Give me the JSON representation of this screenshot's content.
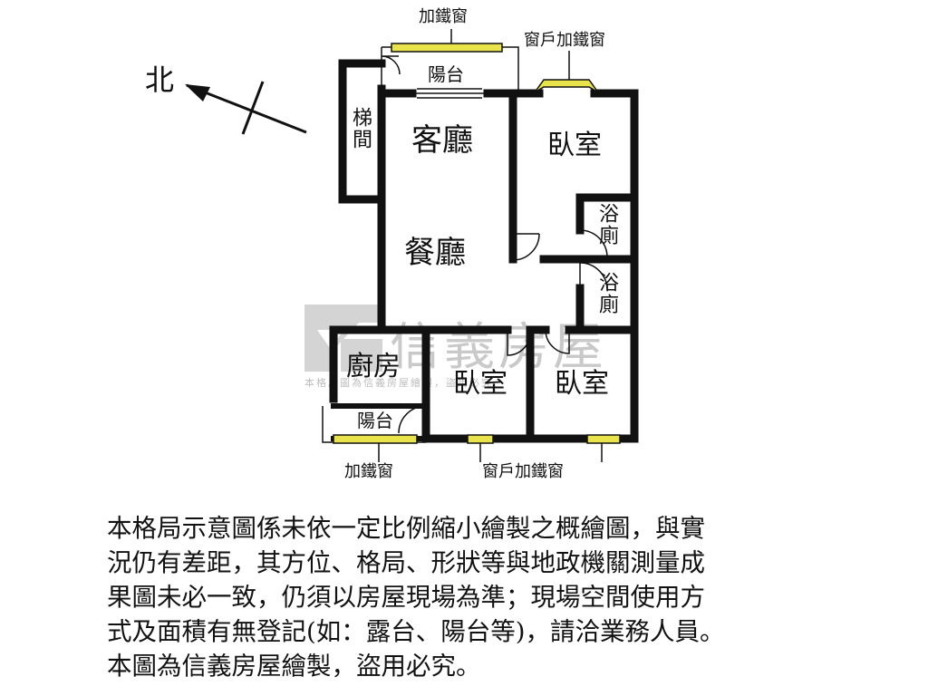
{
  "compass": {
    "north": "北"
  },
  "rooms": {
    "living": "客廳",
    "dining": "餐廳",
    "bedroom_top": "臥室",
    "bedroom_bottom_left": "臥室",
    "bedroom_bottom_right": "臥室",
    "kitchen": "廚房",
    "stairs": "梯間",
    "balcony_top": "陽台",
    "balcony_bottom": "陽台",
    "bath_1": "浴廁",
    "bath_2": "浴廁"
  },
  "window_notes": {
    "top_left": "加鐵窗",
    "top_right": "窗戶加鐵窗",
    "bottom_left": "加鐵窗",
    "bottom_center": "窗戶加鐵窗"
  },
  "watermark": {
    "brand": "信義房屋",
    "subtext": "本格局圖為信義房屋繪製，盜用必究"
  },
  "disclaimer": [
    "本格局示意圖係未依一定比例縮小繪製之概繪圖，與實",
    "況仍有差距，其方位、格局、形狀等與地政機關測量成",
    "果圖未必一致，仍須以房屋現場為準；現場空間使用方",
    "式及面積有無登記(如：露台、陽台等)，請洽業務人員。",
    "本圖為信義房屋繪製，盜用必究。"
  ],
  "colors": {
    "wall": "#111111",
    "window": "#e8e34a",
    "watermark": "#c9c9c9"
  }
}
